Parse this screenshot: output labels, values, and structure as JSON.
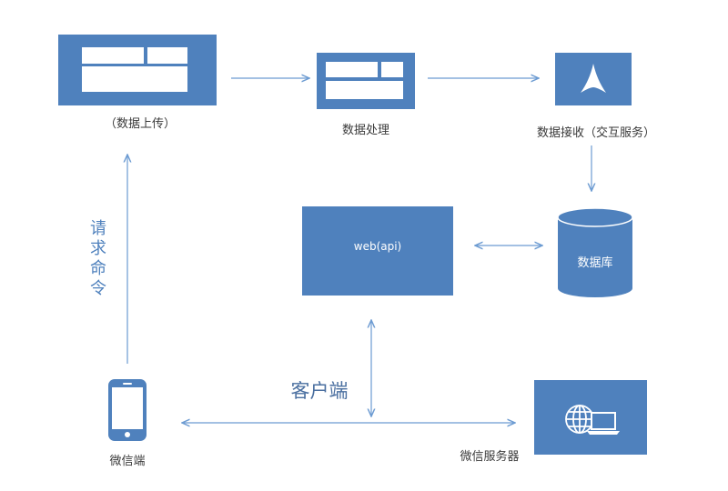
{
  "nodes": {
    "upload": {
      "label": "（数据上传）"
    },
    "process": {
      "label": "数据处理"
    },
    "receive": {
      "label": "数据接收（交互服务）"
    },
    "database": {
      "label": "数据库"
    },
    "web": {
      "label": "web(api)"
    },
    "wechat_client": {
      "label": "微信端"
    },
    "wechat_server": {
      "label": "微信服务器"
    },
    "client": {
      "label": "客户端"
    }
  },
  "edges": {
    "request_command": {
      "label": "请求命令"
    }
  },
  "colors": {
    "box": "#4f81bd",
    "arrow": "#6c9bd2"
  },
  "icons": {
    "upload": "layout-window-icon",
    "process": "layout-window-icon",
    "receive": "triangle-logo-icon",
    "database": "cylinder-database-icon",
    "wechat_client": "smartphone-icon",
    "wechat_server": "globe-laptop-icon"
  }
}
